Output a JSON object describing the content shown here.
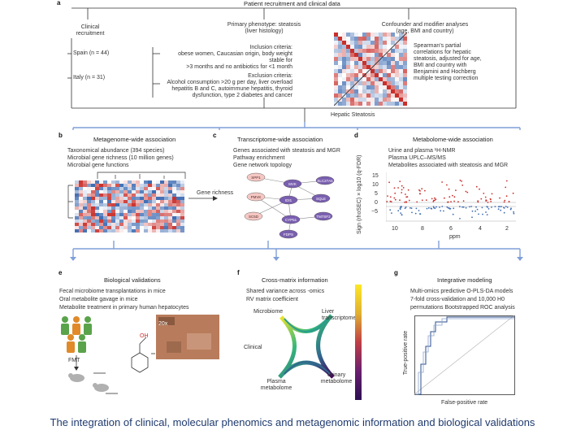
{
  "panel_a": {
    "label": "a",
    "title": "Patient recruitment and clinical data",
    "clinical_recruitment": "Clinical\nrecruitment",
    "spain": "Spain (n = 44)",
    "italy": "Italy (n = 31)",
    "primary_phenotype": "Primary phenotype: steatosis\n(liver histology)",
    "inclusion": "Inclusion criteria:\nobese women, Caucasian origin, body weight stable for\n>3 months and no antibiotics for <1 month",
    "exclusion": "Exclusion criteria:\nAlcohol consumption >20 g per day, liver overload\nhepatitis B and C, autoimmune hepatitis, thyroid\ndysfunction, type 2 diabetes and cancer",
    "confounder": "Confounder and modifier analyses\n(age, BMI and country)",
    "spearman": "Spearman's partial\ncorrelations for hepatic\nsteatosis, adjusted for age,\nBMI and country with\nBenjamini and Hochberg\nmultiple testing correction",
    "hepatic_steatosis": "Hepatic   Steatosis"
  },
  "panel_b": {
    "label": "b",
    "title": "Metagenome-wide association",
    "lines": [
      "Taxonomical abundance (394 species)",
      "Microbial gene richness (10 million genes)",
      "Microbial gene functions"
    ]
  },
  "panel_c": {
    "label": "c",
    "title": "Transcriptome-wide association",
    "lines": [
      "Genes associated with steatosis and MGR",
      "Pathway enrichment",
      "Gene network topology"
    ],
    "gene_richness": "Gene richness",
    "nodes": [
      "SPP1",
      "MVK",
      "SLC27A5",
      "IDI1",
      "PMVK",
      "SQLE",
      "SC5D",
      "CYP51",
      "TM7SF2",
      "FDPS"
    ]
  },
  "panel_d": {
    "label": "d",
    "title": "Metabolome-wide association",
    "lines": [
      "Urine and plasma ¹H-NMR",
      "Plasma UPLC–MS/MS",
      "Metabolites associated with steatosis and MGR"
    ],
    "ylabel": "Sign (rhoSEC) × log10 (q-FDR)",
    "xlabel": "ppm",
    "yticks": [
      "15",
      "10",
      "5",
      "0",
      "−5"
    ],
    "xticks": [
      "10",
      "8",
      "6",
      "4",
      "2"
    ]
  },
  "panel_e": {
    "label": "e",
    "title": "Biological validations",
    "lines": [
      "Fecal microbiome transplantations in mice",
      "Oral metabolite gavage in mice",
      "Metabolite treatment in primary human hepatocytes"
    ],
    "fmt": "FMT",
    "oh": "OH",
    "micro": "20x"
  },
  "panel_f": {
    "label": "f",
    "title": "Cross-matrix information",
    "lines": [
      "Shared variance across -omics",
      "RV matrix coefficient"
    ],
    "microbiome": "Microbiome",
    "liver": "Liver\ntranscriptome",
    "clinical": "Clinical",
    "plasma": "Plasma\nmetabolome",
    "urinary": "Urinary\nmetabolome"
  },
  "panel_g": {
    "label": "g",
    "title": "Integrative modeling",
    "lines": [
      "Multi-omics predictive O-PLS-DA models",
      "7-fold cross-validation and 10,000 H0",
      "permutations Bootstrapped ROC analysis"
    ],
    "ylabel": "True-positive rate",
    "xlabel": "False-positive rate"
  },
  "caption": "The integration of clinical, molecular phenomics and metagenomic information and biological validations",
  "colors": {
    "frame": "#5a7fc7",
    "arrow": "#7f9fd8",
    "heat_red": "#c9302c",
    "heat_blue": "#3f6db3",
    "caption": "#1f3a6e"
  }
}
